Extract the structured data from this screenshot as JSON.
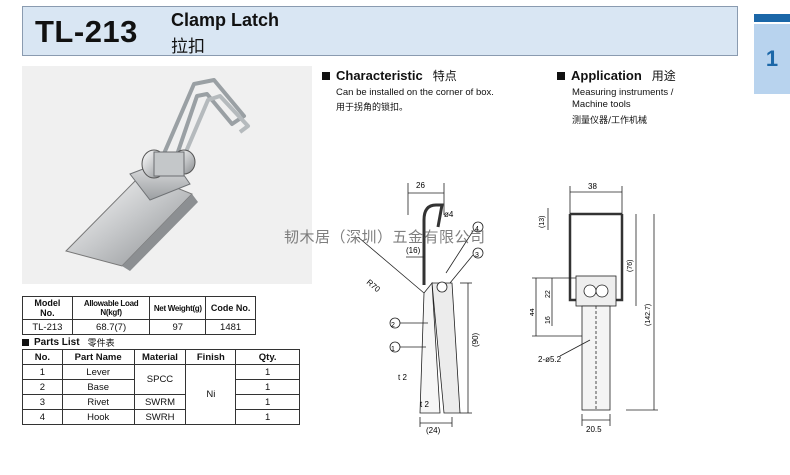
{
  "header": {
    "model": "TL-213",
    "title_en": "Clamp Latch",
    "title_cn": "拉扣"
  },
  "tab": {
    "number": "1"
  },
  "characteristic": {
    "title": "Characteristic",
    "title_cn": "特点",
    "text_en": "Can be installed on the corner of box.",
    "text_cn": "用于拐角的锁扣。"
  },
  "application": {
    "title": "Application",
    "title_cn": "用途",
    "text_en_1": "Measuring instruments /",
    "text_en_2": "Machine tools",
    "text_cn": "测量仪器/工作机械"
  },
  "spec_table": {
    "headers": [
      "Model No.",
      "Allowable Load N(kgf)",
      "Net Weight(g)",
      "Code No."
    ],
    "row": [
      "TL-213",
      "68.7(7)",
      "97",
      "1481"
    ]
  },
  "parts": {
    "title": "Parts List",
    "title_cn": "零件表",
    "headers": [
      "No.",
      "Part Name",
      "Material",
      "Finish",
      "Qty."
    ],
    "rows": [
      {
        "no": "1",
        "name": "Lever",
        "qty": "1"
      },
      {
        "no": "2",
        "name": "Base",
        "qty": "1"
      },
      {
        "no": "3",
        "name": "Rivet",
        "material": "SWRM",
        "qty": "1"
      },
      {
        "no": "4",
        "name": "Hook",
        "material": "SWRH",
        "qty": "1"
      }
    ],
    "material_merged": "SPCC",
    "finish_merged": "Ni"
  },
  "watermark": "韧木居（深圳）五金有限公司",
  "drawing_side": {
    "dim_26": "26",
    "dim_phi4": "ø4",
    "dim_16": "(16)",
    "dim_r70": "R70",
    "dim_90": "(90)",
    "dim_t2a": "t 2",
    "dim_t2b": "t 2",
    "dim_24": "(24)",
    "callout_1": "1",
    "callout_2": "2",
    "callout_3": "3",
    "callout_4": "4"
  },
  "drawing_front": {
    "dim_38": "38",
    "dim_13": "(13)",
    "dim_76": "(76)",
    "dim_142": "(142.7)",
    "dim_44": "44",
    "dim_22": "22",
    "dim_16": "16",
    "dim_holes": "2-ø5.2",
    "dim_205": "20.5"
  }
}
